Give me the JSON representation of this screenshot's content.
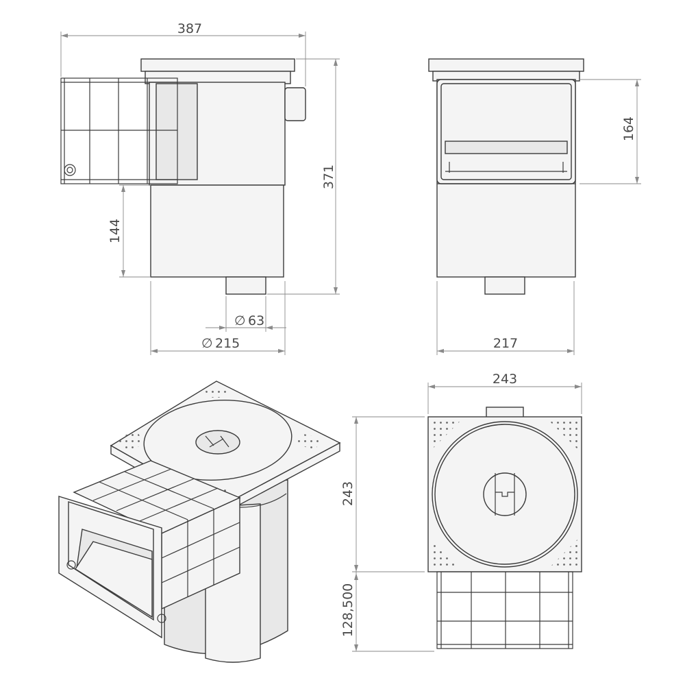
{
  "drawing": {
    "type": "technical-drawing",
    "subject": "pool skimmer",
    "units": "mm"
  },
  "dimensions": {
    "side_width": "387",
    "side_height": "371",
    "side_body_height": "144",
    "pipe_diameter": "63",
    "body_diameter": "215",
    "front_width": "217",
    "front_opening_height": "164",
    "top_width": "243",
    "top_depth": "243",
    "top_basket_depth": "128,500"
  },
  "diameter_symbol": "∅",
  "colors": {
    "line": "#3a3a3a",
    "dimension": "#8a8a8a",
    "fill": "#f4f4f4",
    "shade": "#e8e8e8"
  }
}
